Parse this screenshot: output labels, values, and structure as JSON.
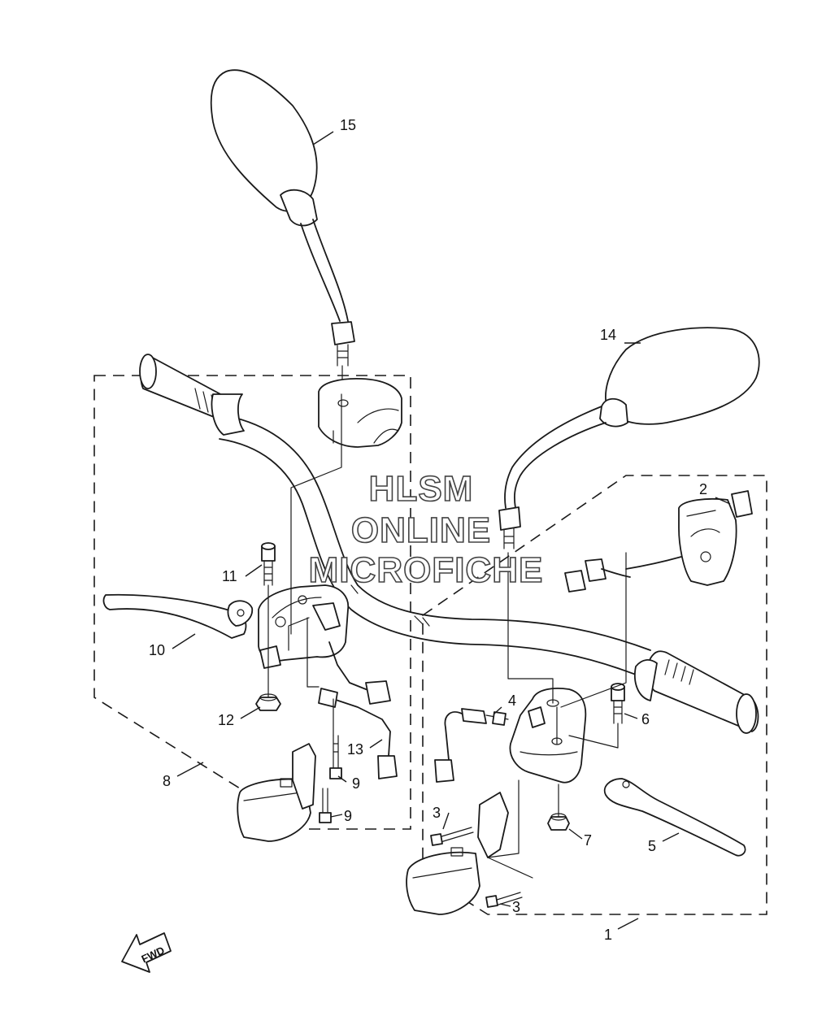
{
  "watermark": {
    "line1": "HLSM",
    "line2": "ONLINE",
    "line3": "MICROFICHE"
  },
  "fwd_label": "FWD",
  "callouts": {
    "c1": "1",
    "c2": "2",
    "c3a": "3",
    "c3b": "3",
    "c4": "4",
    "c5": "5",
    "c6": "6",
    "c7": "7",
    "c8": "8",
    "c9a": "9",
    "c9b": "9",
    "c10": "10",
    "c11": "11",
    "c12": "12",
    "c13": "13",
    "c14": "14",
    "c15": "15"
  },
  "icons": {
    "direction": "fwd-arrow-icon"
  }
}
